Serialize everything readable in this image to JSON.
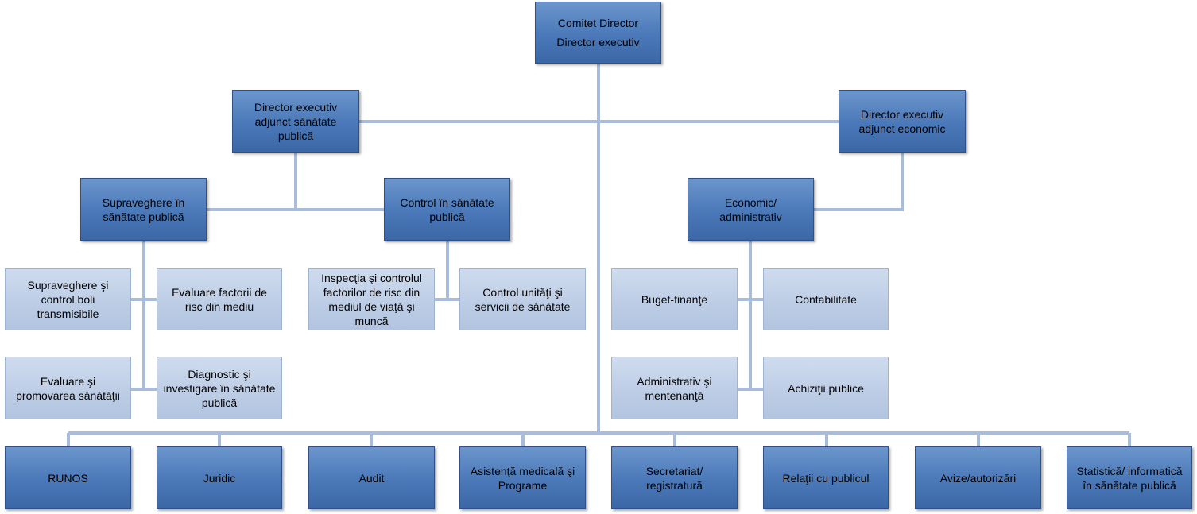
{
  "top": {
    "line1": "Comitet Director",
    "line2": "Director executiv"
  },
  "deputies": {
    "public_health": "Director executiv adjunct sănătate publică",
    "economic": "Director executiv adjunct economic"
  },
  "divisions": {
    "surveillance": "Supraveghere în sănătate publică",
    "control": "Control în sănătate publică",
    "economic_admin": "Economic/ administrativ"
  },
  "units": {
    "communicable_diseases": "Supraveghere şi control boli transmisibile",
    "environment_risk": "Evaluare factorii de risc din mediu",
    "health_promotion": "Evaluare şi promovarea sănătăţii",
    "diagnostic": "Diagnostic şi investigare în sănătate publică",
    "inspection": "Inspecţia şi controlul factorilor de risc din mediul de viaţă şi muncă",
    "units_control": "Control unităţi şi servicii de sănătate",
    "budget": "Buget-finanţe",
    "accounting": "Contabilitate",
    "maintenance": "Administrativ  şi mentenanţă",
    "procurement": "Achiziţii publice"
  },
  "departments": [
    "RUNOS",
    "Juridic",
    "Audit",
    "Asistenţă medicală şi Programe",
    "Secretariat/ registratură",
    "Relaţii cu publicul",
    "Avize/autorizări",
    "Statistică/ informatică în sănătate publică"
  ],
  "colors": {
    "dark_box": "#4a78b8",
    "light_box": "#bccce5",
    "connector": "#a9bddb"
  }
}
